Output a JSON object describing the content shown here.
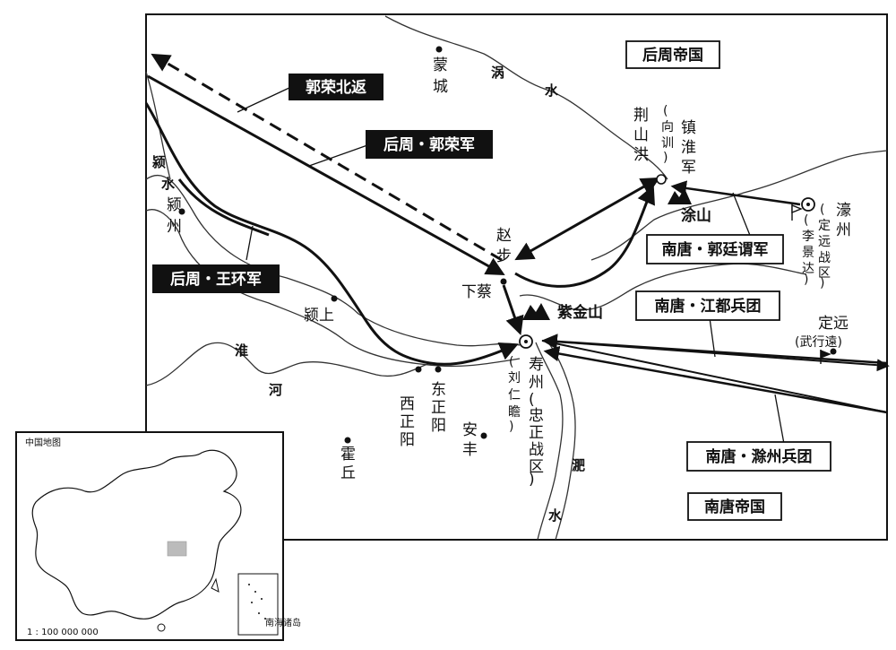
{
  "empires": {
    "later_zhou": "后周帝国",
    "southern_tang": "南唐帝国"
  },
  "army_labels": {
    "guo_rong_return": "郭荣北返",
    "guo_rong_army": "后周・郭荣军",
    "wang_huan_army": "后周・王环军",
    "guo_tingwei_army": "南唐・郭廷谓军",
    "jiangdu_corps": "南唐・江都兵团",
    "chuzhou_corps": "南唐・滁州兵团"
  },
  "rivers": {
    "guo": [
      "涡",
      "水"
    ],
    "ying": [
      "颍",
      "水"
    ],
    "huai": [
      "淮",
      "河"
    ],
    "fei": [
      "淝",
      "水"
    ]
  },
  "places": {
    "mengcheng": [
      "蒙",
      "城"
    ],
    "yingzhou": [
      "颍",
      "州"
    ],
    "yingshang": "颍上",
    "xiacai": "下蔡",
    "zhaobu": [
      "赵",
      "步"
    ],
    "zijinshan": "紫金山",
    "shouzhou": [
      "寿",
      "州",
      "(",
      "忠",
      "正",
      "战",
      "区",
      ")"
    ],
    "shouzhou_commander": [
      "(",
      "刘",
      "仁",
      "瞻",
      ")"
    ],
    "dongzhengyang": [
      "东",
      "正",
      "阳"
    ],
    "xizhengyang": [
      "西",
      "正",
      "阳"
    ],
    "anfeng": [
      "安",
      "丰"
    ],
    "huoqiu": [
      "霍",
      "丘"
    ],
    "jingshanhong": [
      "荆",
      "山",
      "洪"
    ],
    "zhenhuai_army": [
      "镇",
      "淮",
      "军"
    ],
    "zhenhuai_commander": [
      "(",
      "向",
      "训",
      ")"
    ],
    "tushan": "涂山",
    "haozhou": [
      "濠",
      "州",
      "(",
      "定",
      "远",
      "战",
      "区",
      ")"
    ],
    "haozhou_commander": [
      "(",
      "李",
      "景",
      "达",
      ")"
    ],
    "dingyuan": "定远",
    "dingyuan_commander": "(武行遠)"
  },
  "inset": {
    "title": "中国地图",
    "scale": "1 : 100 000 000",
    "sea_label": "南海诸岛"
  }
}
